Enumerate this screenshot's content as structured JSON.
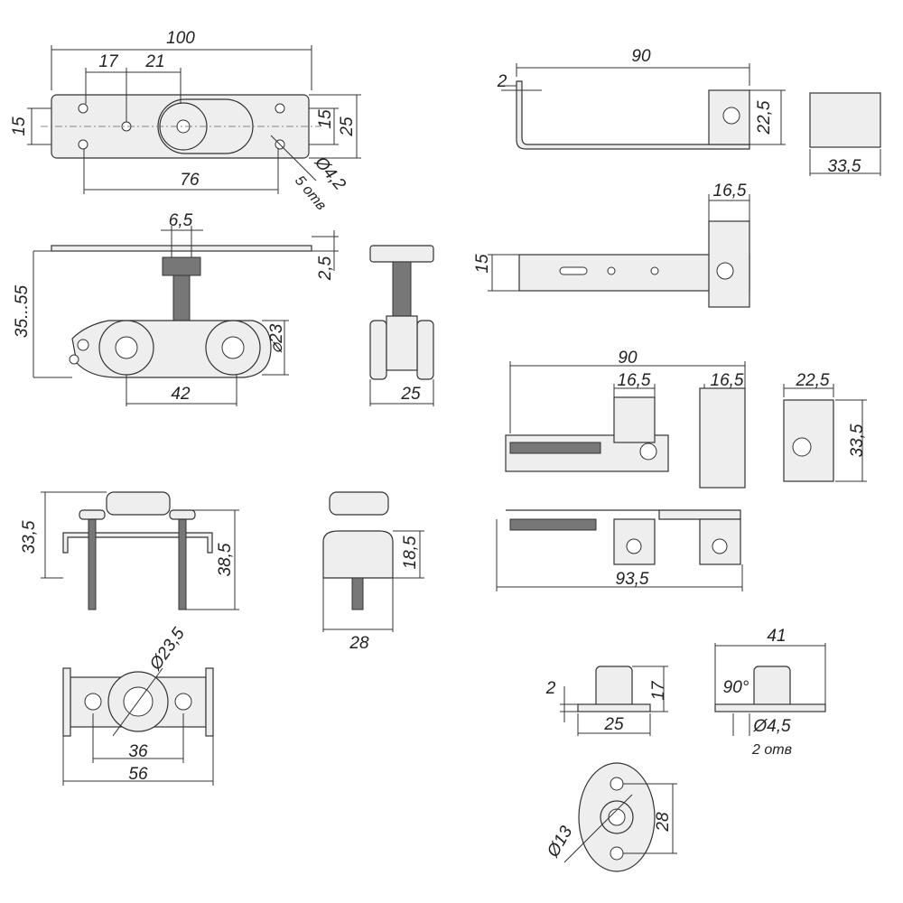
{
  "drawing": {
    "plate_top": {
      "length": "100",
      "d1": "17",
      "d2": "21",
      "height_left": "15",
      "height_right_1": "15",
      "height_right_2": "25",
      "hole_spacing": "76",
      "hole_dia": "Ø4,2",
      "hole_count": "5 отв"
    },
    "roller_side": {
      "stem": "6,5",
      "height_range": "35...55",
      "plate_thick": "2,5",
      "wheel_dia": "⌀23",
      "wheel_spacing": "42"
    },
    "roller_front": {
      "width": "25"
    },
    "bracket_top": {
      "length": "90",
      "thickness": "2",
      "height": "22,5",
      "clip_width": "33,5"
    },
    "bracket_mid": {
      "clip": "16,5",
      "height": "15"
    },
    "bracket_assembly": {
      "length": "90",
      "clip_1": "16,5",
      "clip_2": "16,5",
      "side_width": "22,5",
      "side_height": "33,5",
      "total_length": "93,5"
    },
    "guide_roller": {
      "height": "33,5",
      "bolt_length": "38,5",
      "dia": "Ø23,5",
      "hole_spacing": "36",
      "length": "56"
    },
    "guide_front": {
      "height": "18,5",
      "width": "28"
    },
    "stopper": {
      "thickness": "2",
      "height": "17",
      "width": "25",
      "length": "41",
      "angle": "90°",
      "hole_dia": "Ø4,5",
      "hole_count": "2 отв"
    },
    "stopper_plate": {
      "dia": "Ø13",
      "length": "28"
    }
  }
}
